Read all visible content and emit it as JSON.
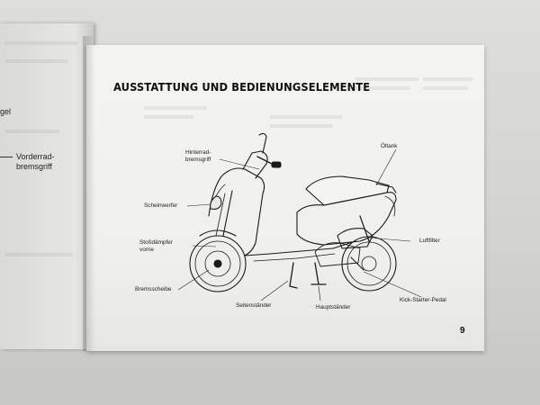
{
  "left_page": {
    "fragment_gel": "gel",
    "label_vorderrad": "Vorderrad-",
    "label_bremsgriff": "bremsgriff"
  },
  "right_page": {
    "title": "AUSSTATTUNG UND BEDIENUNGSELEMENTE",
    "page_number": "9",
    "labels": {
      "hinterrad_line1": "Hinterrad-",
      "hinterrad_line2": "bremsgriff",
      "oeltank": "Öltank",
      "scheinwerfer": "Scheinwerfer",
      "luftfilter": "Luftfilter",
      "stossdaempfer_line1": "Stoßdämpfer",
      "stossdaempfer_line2": "vorne",
      "bremsscheibe": "Bremsscheibe",
      "kickstarter": "Kick-Starter-Pedal",
      "seitenstaender": "Seitenständer",
      "hauptstaender": "Hauptständer"
    }
  }
}
